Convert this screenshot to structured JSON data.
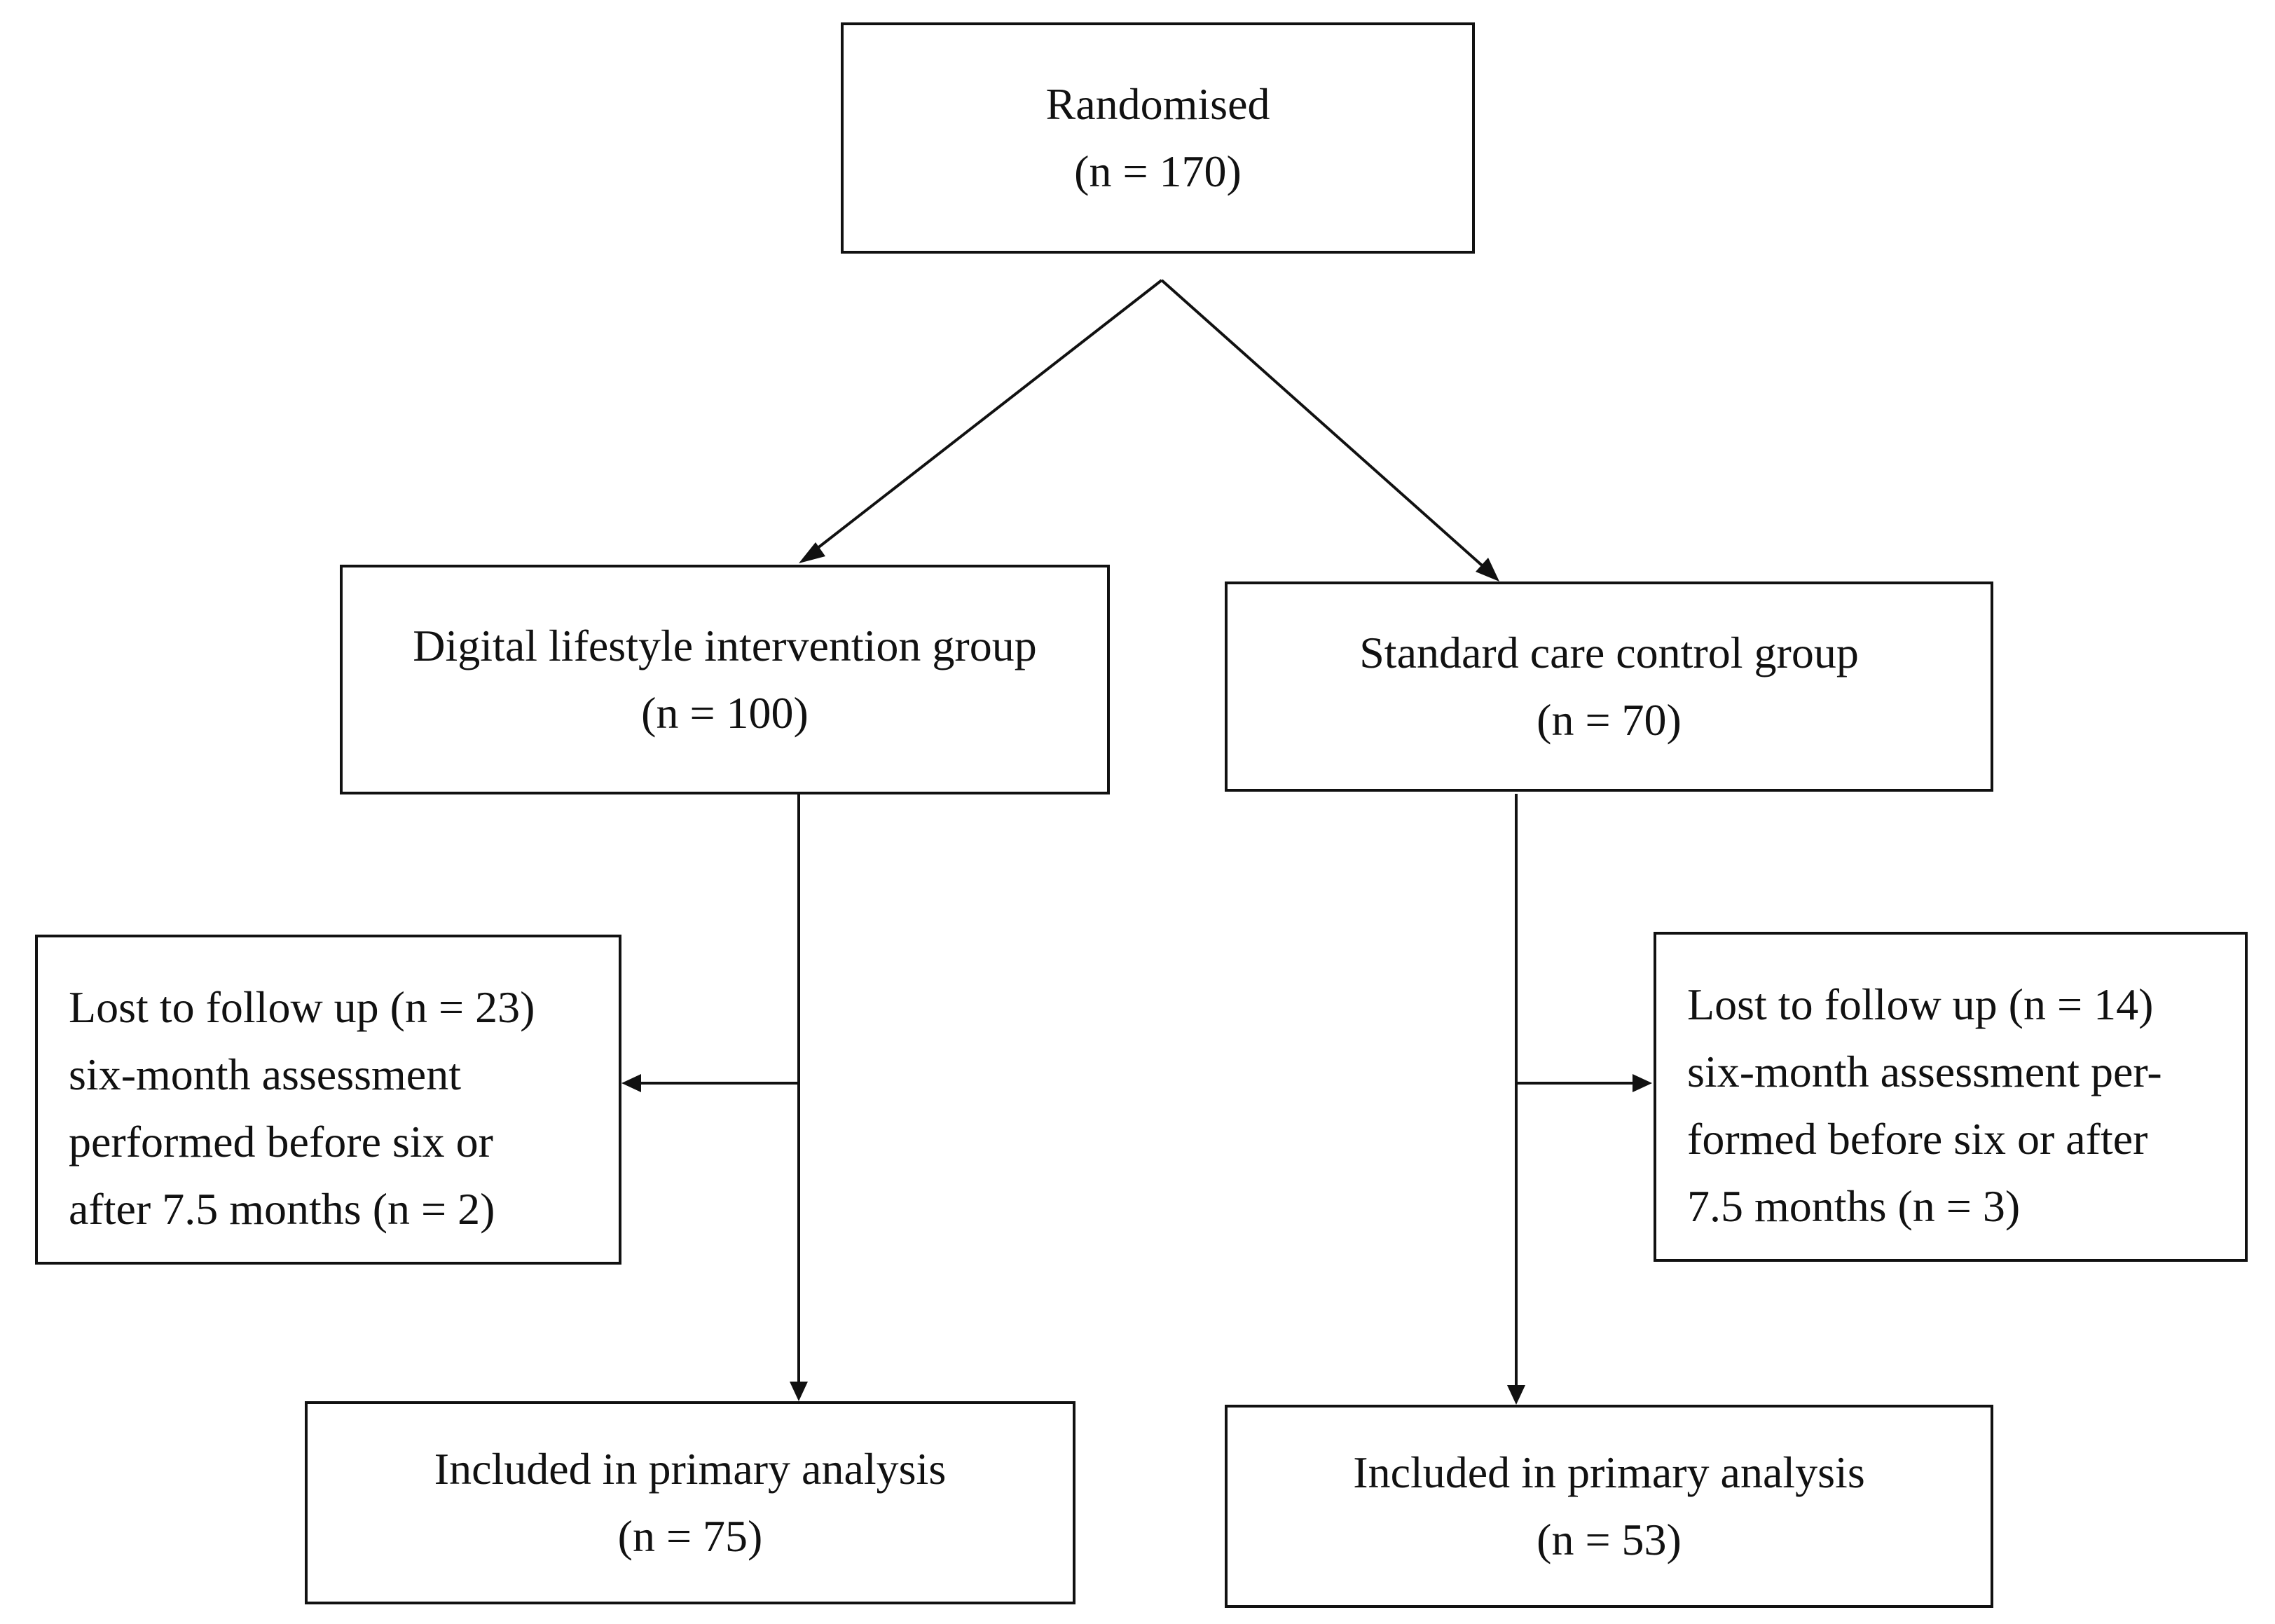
{
  "diagram": {
    "randomised": {
      "label": "Randomised",
      "count": "(n = 170)"
    },
    "intervention_group": {
      "label": "Digital lifestyle intervention group",
      "count": "(n = 100)"
    },
    "control_group": {
      "label": "Standard care control group",
      "count": "(n = 70)"
    },
    "intervention_lost": {
      "lines": [
        "Lost to follow up (n = 23)",
        "six-month assessment",
        "performed before six or",
        "after 7.5 months (n = 2)"
      ]
    },
    "control_lost": {
      "lines": [
        "Lost to follow up (n = 14)",
        "six-month assessment per-",
        "formed before six or after",
        "7.5 months (n = 3)"
      ]
    },
    "intervention_analysis": {
      "label": "Included in primary analysis",
      "count": "(n = 75)"
    },
    "control_analysis": {
      "label": "Included in primary analysis",
      "count": "(n = 53)"
    },
    "line_color": "#111111"
  }
}
